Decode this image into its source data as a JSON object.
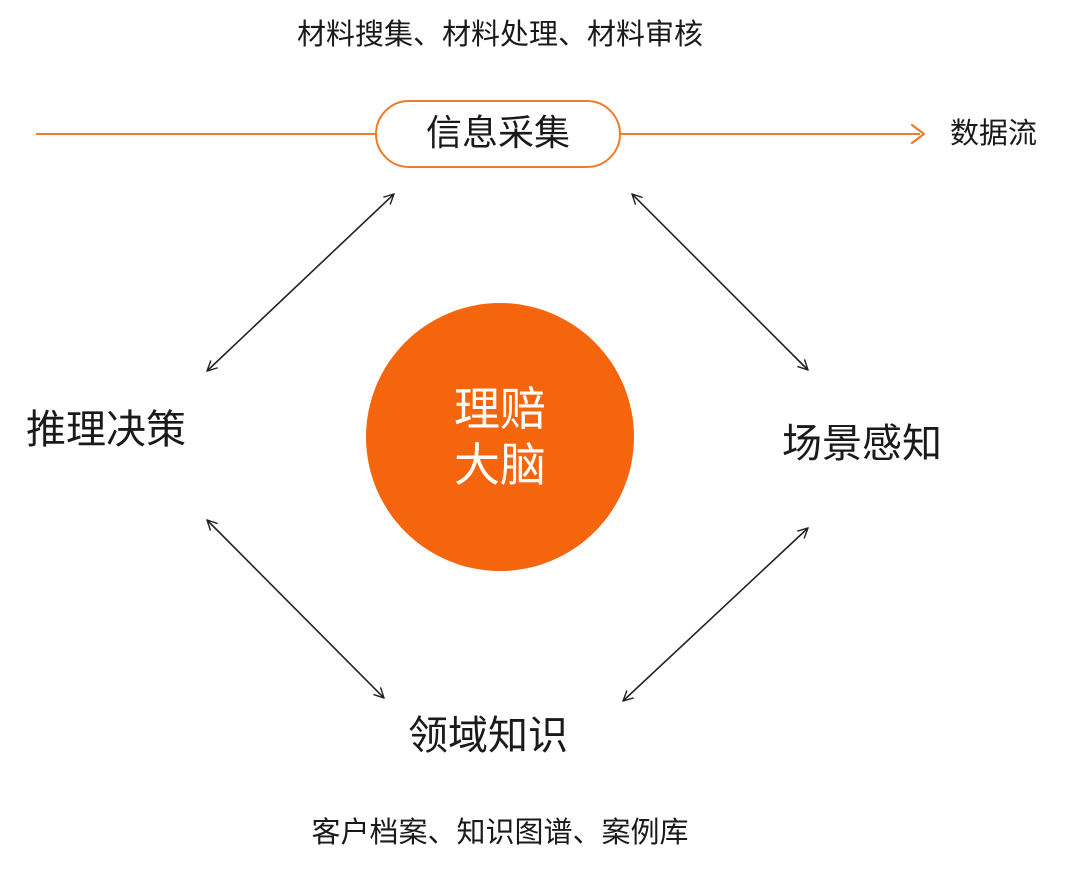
{
  "top_caption": "材料搜集、材料处理、材料审核",
  "flow": {
    "label": "数据流",
    "color": "#f07b2a"
  },
  "nodes": {
    "info_collection": "信息采集",
    "reasoning_decision": "推理决策",
    "scene_perception": "场景感知",
    "domain_knowledge": "领域知识"
  },
  "center": {
    "line1": "理赔",
    "line2": "大脑",
    "color": "#f5650d"
  },
  "bottom_caption": "客户档案、知识图谱、案例库",
  "icons": {
    "flow_arrow": "arrow-right-icon",
    "connectors": "double-headed-arrow-icon"
  }
}
